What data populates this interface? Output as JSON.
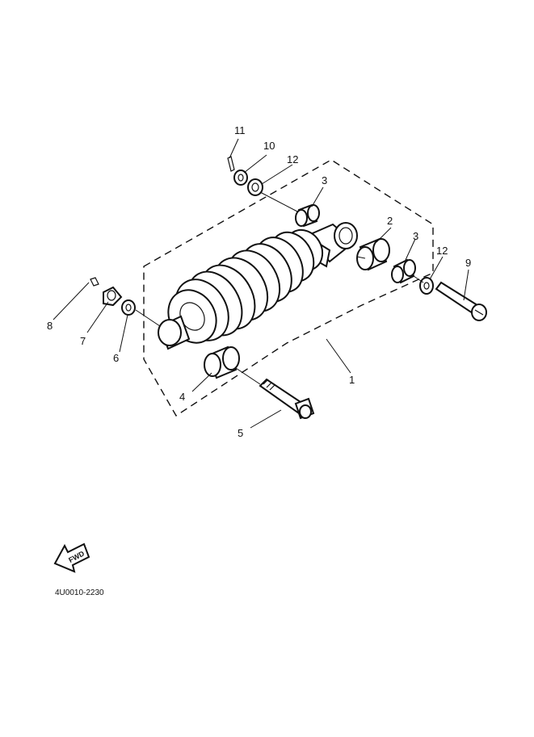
{
  "callouts": {
    "c1": "1",
    "c2": "2",
    "c3a": "3",
    "c3b": "3",
    "c4": "4",
    "c5": "5",
    "c6": "6",
    "c7": "7",
    "c8": "8",
    "c9": "9",
    "c10": "10",
    "c11": "11",
    "c12a": "12",
    "c12b": "12"
  },
  "fwd_label": "FWD",
  "reference_code": "4U0010-2230"
}
